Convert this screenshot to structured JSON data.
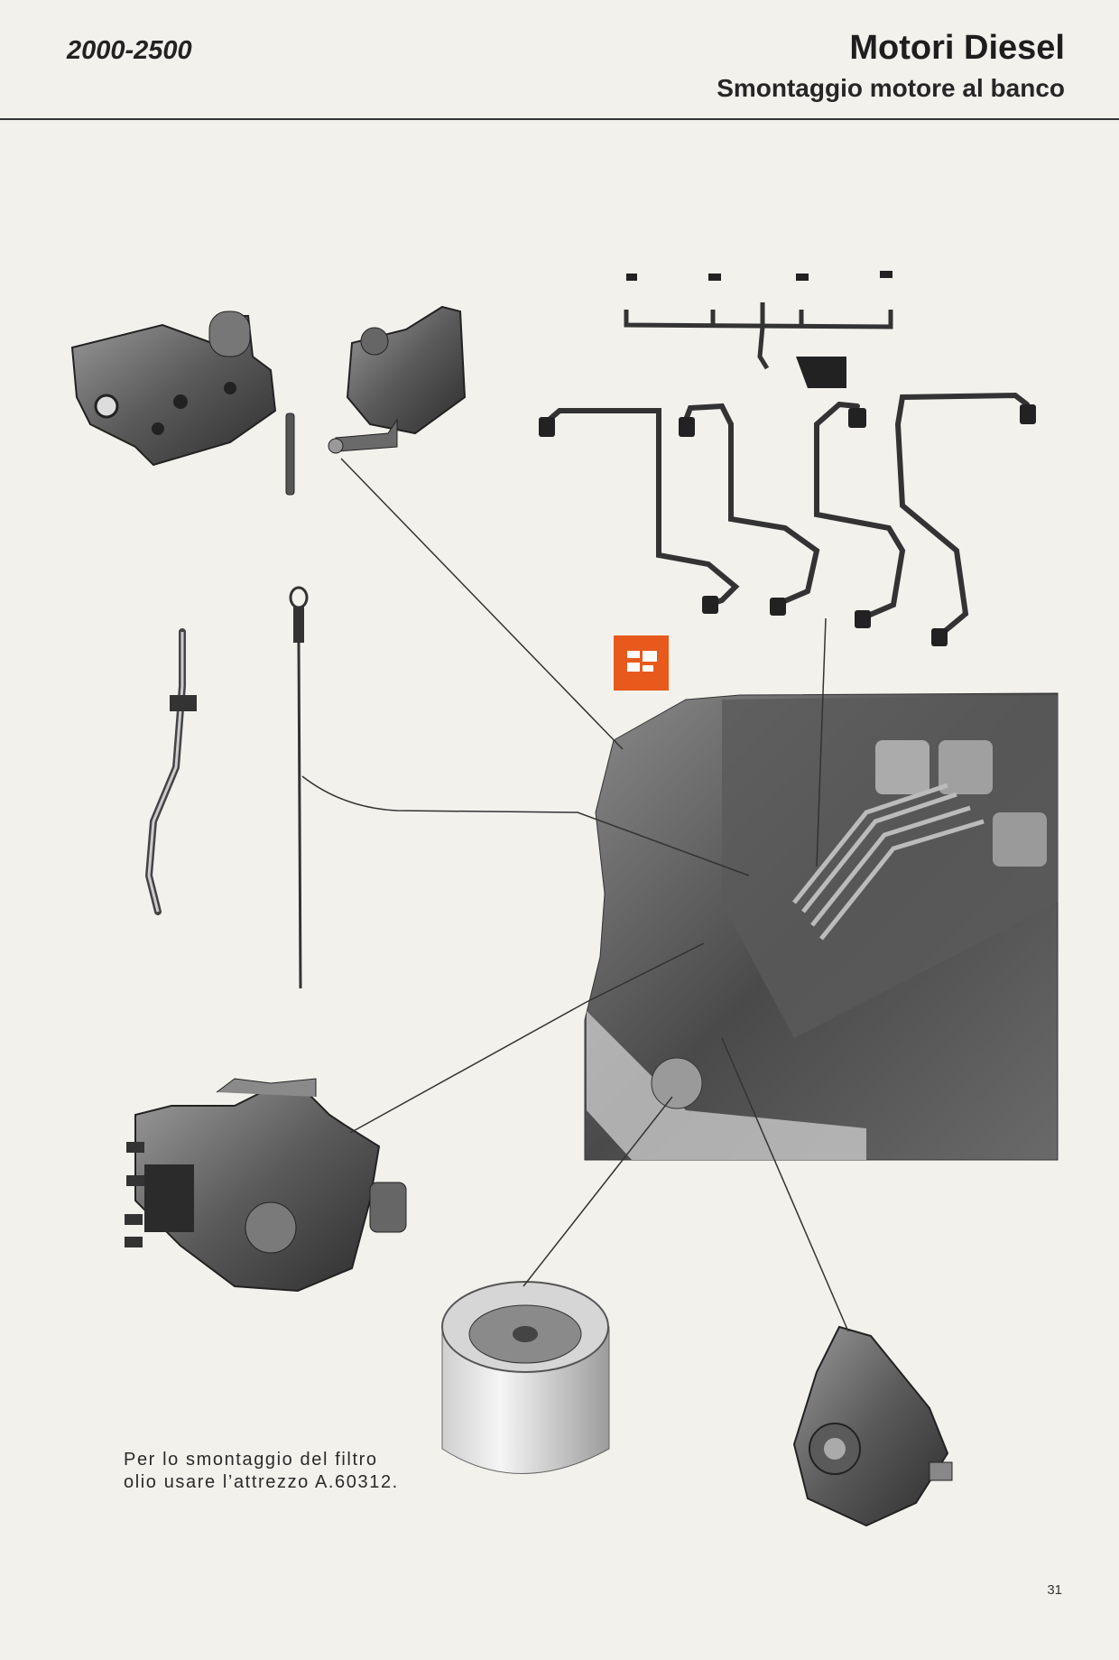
{
  "header": {
    "model": "2000-2500",
    "title": "Motori Diesel",
    "subtitle": "Smontaggio motore al banco"
  },
  "caption": "Per lo smontaggio del filtro olio usare l’attrezzo A.60312.",
  "page_number": "31",
  "colors": {
    "badge": "#e85a1c",
    "ink": "#222222",
    "paper": "#f2f1ec"
  }
}
